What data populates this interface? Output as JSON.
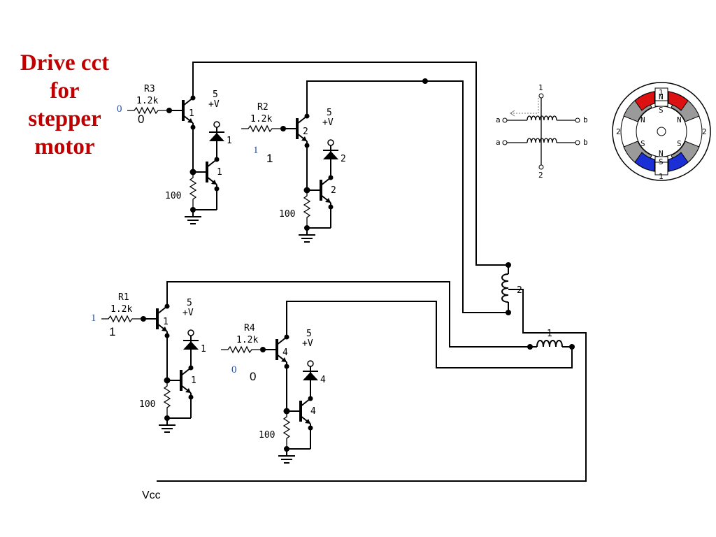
{
  "title": {
    "line1": "Drive cct",
    "line2": "for",
    "line3": "stepper",
    "line4": "motor"
  },
  "drivers": [
    {
      "id": "R3",
      "resistor_name": "R3",
      "resistor_value": "1.2k",
      "input_label": "0",
      "input_value": "0",
      "transistor_num": "1",
      "supply_value": "5",
      "supply_name": "+V",
      "diode_num": "1",
      "transistor2_num": "1",
      "pulldown_value": "100"
    },
    {
      "id": "R2",
      "resistor_name": "R2",
      "resistor_value": "1.2k",
      "input_label": "1",
      "input_value": "1",
      "transistor_num": "2",
      "supply_value": "5",
      "supply_name": "+V",
      "diode_num": "2",
      "transistor2_num": "2",
      "pulldown_value": "100"
    },
    {
      "id": "R1",
      "resistor_name": "R1",
      "resistor_value": "1.2k",
      "input_label": "1",
      "input_value": "1",
      "transistor_num": "1",
      "supply_value": "5",
      "supply_name": "+V",
      "diode_num": "1",
      "transistor2_num": "1",
      "pulldown_value": "100"
    },
    {
      "id": "R4",
      "resistor_name": "R4",
      "resistor_value": "1.2k",
      "input_label": "0",
      "input_value": "0",
      "transistor_num": "4",
      "supply_value": "5",
      "supply_name": "+V",
      "diode_num": "4",
      "transistor2_num": "4",
      "pulldown_value": "100"
    }
  ],
  "coils": {
    "coil2_label": "2",
    "coil1_label": "1"
  },
  "supply": {
    "label": "Vcc"
  },
  "windings": {
    "top_terminal": "1",
    "bottom_terminal": "2",
    "a_top": "a",
    "b_top": "b",
    "a_bottom": "a",
    "b_bottom": "b"
  },
  "rotor": {
    "top_pole": "1",
    "bottom_pole": "1",
    "left_pole": "2",
    "right_pole": "2",
    "inner_top": "N",
    "inner_bottom": "N",
    "inner_top_s": "S",
    "inner_bottom_s": "S",
    "left_upper": "N",
    "left_lower": "S",
    "right_upper": "N",
    "right_lower": "S"
  },
  "colors": {
    "title": "#c00000",
    "north_pole": "#dd1111",
    "south_pole": "#1a2fd6",
    "label_blue": "#2a4fa0"
  }
}
